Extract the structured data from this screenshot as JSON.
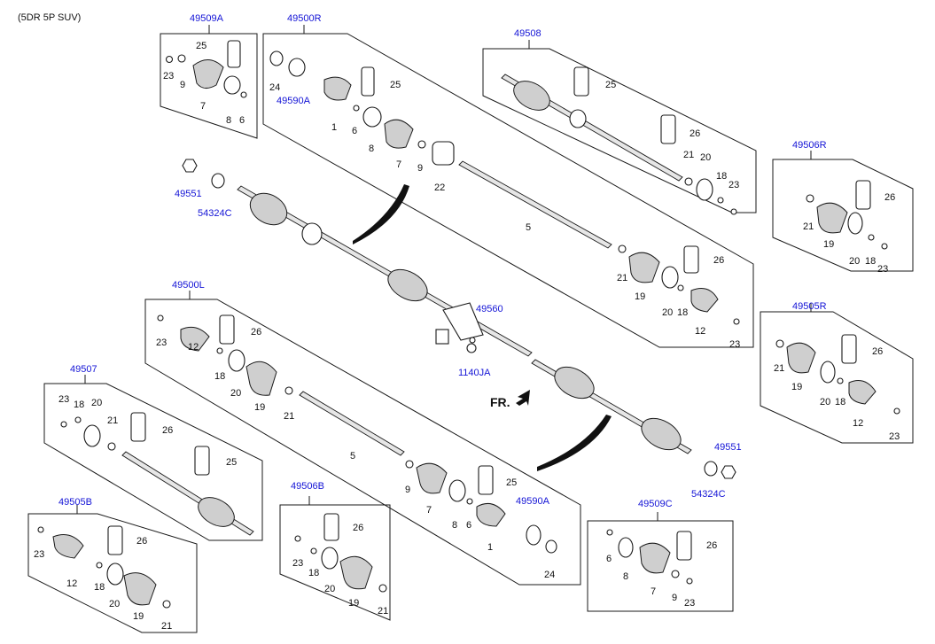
{
  "header": {
    "variant": "(5DR 5P SUV)"
  },
  "orientation": {
    "label": "FR."
  },
  "colors": {
    "link": "#1414d6",
    "line": "#1a1a1a",
    "panel": "#ffffff"
  },
  "assemblies": [
    {
      "code": "49509A"
    },
    {
      "code": "49500R"
    },
    {
      "code": "49508"
    },
    {
      "code": "49506R"
    },
    {
      "code": "49505R"
    },
    {
      "code": "49500L"
    },
    {
      "code": "49507"
    },
    {
      "code": "49505B"
    },
    {
      "code": "49506B"
    },
    {
      "code": "49509C"
    }
  ],
  "refs": {
    "nut": "49551",
    "washer": "54324C",
    "bearing_bracket": "49560",
    "bolt": "1140JA",
    "dust_seal": "49590A"
  },
  "callouts": [
    "1",
    "5",
    "6",
    "7",
    "8",
    "9",
    "12",
    "18",
    "19",
    "20",
    "21",
    "22",
    "23",
    "24",
    "25",
    "26"
  ]
}
